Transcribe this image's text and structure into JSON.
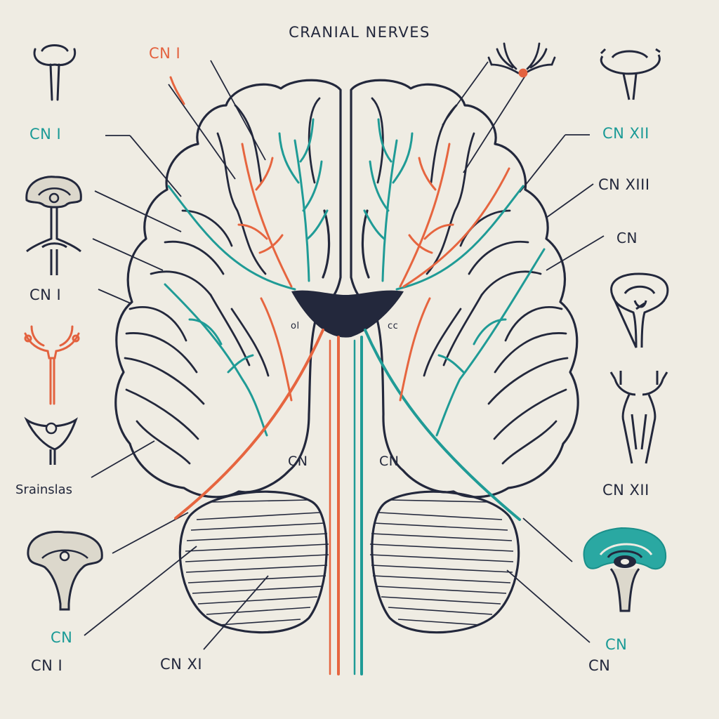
{
  "diagram": {
    "title": "CRANIAL NERVES",
    "labels": [
      {
        "id": "label-cn-i-top",
        "text": "CN I",
        "color": "orange"
      },
      {
        "id": "label-cn-i-left-1",
        "text": "CN I",
        "color": "teal"
      },
      {
        "id": "label-cn-i-left-2",
        "text": "CN I",
        "color": "dark"
      },
      {
        "id": "label-brainstem-left",
        "text": "Srainslas",
        "color": "dark"
      },
      {
        "id": "label-cn-left-bottom",
        "text": "CN",
        "color": "teal"
      },
      {
        "id": "label-cn-i-bottom",
        "text": "CN I",
        "color": "dark"
      },
      {
        "id": "label-cn-xi-bottom",
        "text": "CN XI",
        "color": "dark"
      },
      {
        "id": "label-cn-xii-right-1",
        "text": "CN XII",
        "color": "teal"
      },
      {
        "id": "label-cn-xiii-right",
        "text": "CN XIII",
        "color": "dark"
      },
      {
        "id": "label-cn-right",
        "text": "CN",
        "color": "dark"
      },
      {
        "id": "label-cn-xii-right-2",
        "text": "CN XII",
        "color": "dark"
      },
      {
        "id": "label-cn-right-bottom-1",
        "text": "CN",
        "color": "teal"
      },
      {
        "id": "label-cn-right-bottom-2",
        "text": "CN",
        "color": "dark"
      },
      {
        "id": "label-cn-center-left",
        "text": "CN",
        "color": "dark"
      },
      {
        "id": "label-cn-center-right",
        "text": "CN",
        "color": "dark"
      },
      {
        "id": "label-ol-small",
        "text": "ol",
        "color": "dark"
      },
      {
        "id": "label-cc-small",
        "text": "cc",
        "color": "dark"
      }
    ],
    "icons": [
      "olfactory-bulb-icon",
      "brain-cross-section-icon",
      "nerve-branch-icon",
      "eye-nerve-icon",
      "brainstem-slice-icon",
      "neuron-tree-icon",
      "pituitary-icon",
      "brainstem-icon",
      "spinal-cord-icon",
      "teal-brain-section-icon"
    ],
    "colors": {
      "orange": "#e3623f",
      "teal": "#1a9a96",
      "dark": "#23283c",
      "background": "#efece3"
    }
  }
}
